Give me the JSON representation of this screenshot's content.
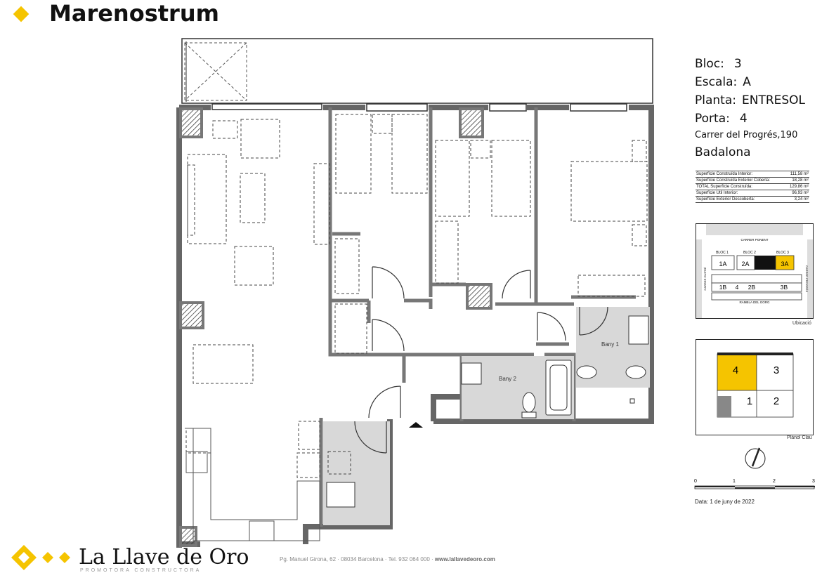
{
  "header": {
    "title": "Marenostrum",
    "accent_color": "#f5c400"
  },
  "info": {
    "bloc_label": "Bloc:",
    "bloc_value": "3",
    "escala_label": "Escala:",
    "escala_value": "A",
    "planta_label": "Planta:",
    "planta_value": "ENTRESOL",
    "porta_label": "Porta:",
    "porta_value": "4",
    "address": "Carrer del Progrés,190",
    "city": "Badalona"
  },
  "surfaces": [
    {
      "label": "Superfície Construïda Interior:",
      "value": "111,58 m²"
    },
    {
      "label": "Superfície Construïda Exterior Coberta:",
      "value": "18,28 m²"
    },
    {
      "label": "TOTAL Superfície Construïda:",
      "value": "129,86 m²"
    },
    {
      "label": "Superfície Útil Interior:",
      "value": "96,93 m²"
    },
    {
      "label": "Superfície Exterior Descoberta:",
      "value": "3,24 m²"
    }
  ],
  "plan": {
    "bathroom1_label": "Bany 1",
    "bathroom2_label": "Bany 2"
  },
  "location_map": {
    "street_top": "CARRER PONENT",
    "street_bottom": "RAMBLA DEL GORG",
    "street_left": "CARRER GUIFRÉ",
    "street_right": "CARRER PROGRÉS",
    "bloc1": "BLOC 1",
    "bloc2": "BLOC 2",
    "bloc3": "BLOC 3",
    "u1a": "1A",
    "u2a": "2A",
    "u3a": "3A",
    "u1b": "1B",
    "u4": "4",
    "u2b": "2B",
    "u3b": "3B",
    "caption": "Ubicació"
  },
  "key_plan": {
    "u4": "4",
    "u3": "3",
    "u1": "1",
    "u2": "2",
    "caption": "Plànol Clau"
  },
  "scale": {
    "t0": "0",
    "t1": "1",
    "t2": "2",
    "t3": "3"
  },
  "date": "Data:  1 de juny de 2022",
  "footer": {
    "brand": "La Llave de Oro",
    "brand_sub": "PROMOTORA CONSTRUCTORA",
    "address_text": "Pg. Manuel Girona, 62 · 08034 Barcelona · Tel. 932 064 000 · ",
    "website": "www.lallavedeoro.com"
  }
}
